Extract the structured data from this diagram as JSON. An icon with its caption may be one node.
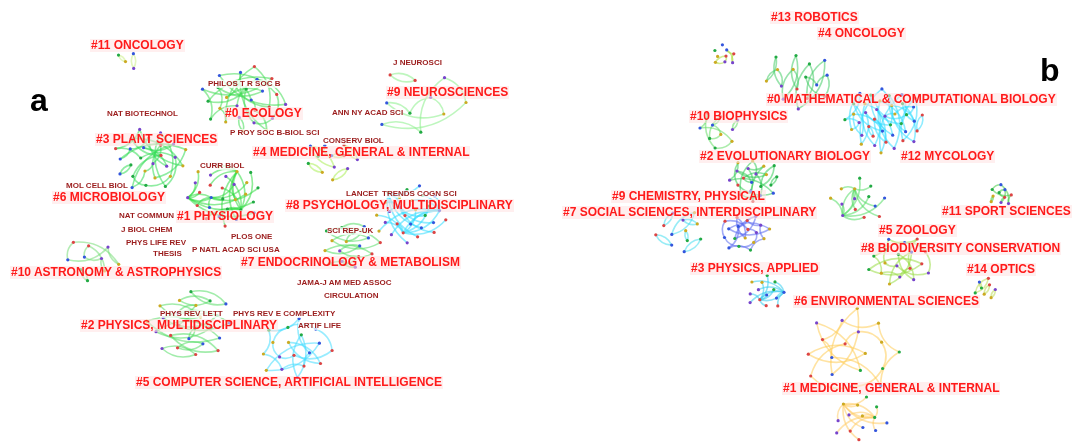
{
  "diagram": {
    "labels": [
      "a",
      "#11 ONCOLOGY",
      "PHILOS T R SOC B",
      "J NEUROSCI",
      "#9 NEUROSCIENCES",
      "NAT BIOTECHNOL",
      "#0 ECOLOGY",
      "ANN NY ACAD SCI",
      "#3 PLANT SCIENCES",
      "P ROY SOC B-BIOL SCI",
      "CONSERV BIOL",
      "#4 MEDICINE, GENERAL & INTERNAL",
      "CURR BIOL",
      "MOL CELL BIOL",
      "#6 MICROBIOLOGY",
      "LANCET",
      "TRENDS COGN SCI",
      "#8 PSYCHOLOGY, MULTIDISCIPLINARY",
      "NAT COMMUN",
      "#1 PHYSIOLOGY",
      "J BIOL CHEM",
      "SCI REP-UK",
      "PLOS ONE",
      "PHYS LIFE REV",
      "P NATL ACAD SCI USA",
      "THESIS",
      "#7 ENDOCRINOLOGY & METABOLISM",
      "#10 ASTRONOMY & ASTROPHYSICS",
      "JAMA-J AM MED ASSOC",
      "CIRCULATION",
      "PHYS REV LETT",
      "PHYS REV E COMPLEXITY",
      "#2 PHYSICS, MULTIDISCIPLINARY",
      "ARTIF LIFE",
      "#5 COMPUTER SCIENCE, ARTIFICIAL INTELLIGENCE",
      "#13 ROBOTICS",
      "#4 ONCOLOGY",
      "b",
      "#0 MATHEMATICAL & COMPUTATIONAL BIOLOGY",
      "#10 BIOPHYSICS",
      "#2 EVOLUTIONARY BIOLOGY",
      "#12 MYCOLOGY",
      "#9 CHEMISTRY, PHYSICAL",
      "#7 SOCIAL SCIENCES, INTERDISCIPLINARY",
      "#11 SPORT SCIENCES",
      "#5 ZOOLOGY",
      "#8 BIODIVERSITY CONSERVATION",
      "#3 PHYSICS, APPLIED",
      "#14 OPTICS",
      "#6 ENVIRONMENTAL SCIENCES",
      "#1 MEDICINE, GENERAL & INTERNAL"
    ]
  }
}
